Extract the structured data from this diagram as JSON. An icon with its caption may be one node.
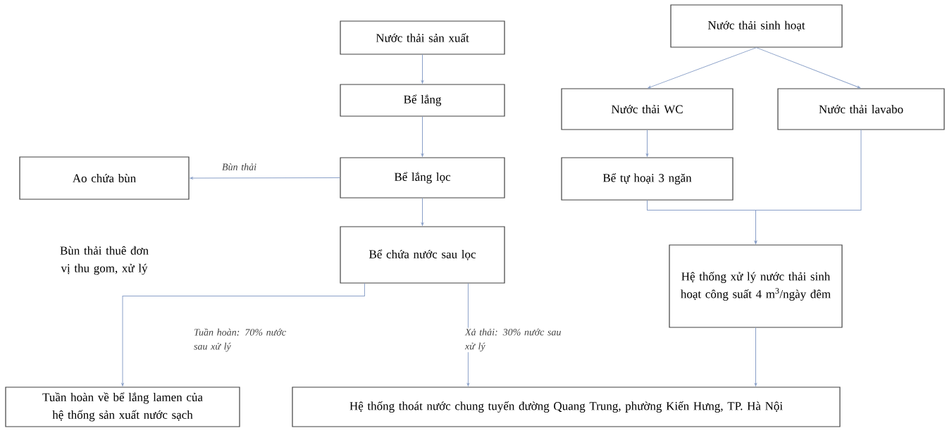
{
  "diagram": {
    "nodes": [
      {
        "text": [
          "Nước thải sản xuất"
        ]
      },
      {
        "text": [
          "Bể lắng"
        ]
      },
      {
        "text": [
          "Bể lắng lọc"
        ]
      },
      {
        "text": [
          "Bể chứa nước sau lọc"
        ]
      },
      {
        "text": [
          "Ao chứa bùn"
        ]
      },
      {
        "text": [
          "Nước thải sinh hoạt"
        ]
      },
      {
        "text": [
          "Nước thải WC"
        ]
      },
      {
        "text": [
          "Nước thải lavabo"
        ]
      },
      {
        "text": [
          "Bể tự hoại 3 ngăn"
        ]
      },
      {
        "text": [
          "Hệ thống xử lý nước thải sinh hoạt công suất 4 m$^{3}$/ngày đêm"
        ]
      },
      {
        "text": [
          "Tuần hoàn về bể lắng lamen của hệ thống sản xuất nước sạch"
        ]
      },
      {
        "text": [
          "Hệ thống thoát nước chung tuyến đường Quang Trung, phường Kiến Hưng, TP. Hà Nội"
        ]
      }
    ],
    "edges": [
      {
        "from": 0,
        "to": 1,
        "arrow": "to"
      },
      {
        "from": 1,
        "to": 2,
        "arrow": "to"
      },
      {
        "from": 2,
        "to": 4,
        "arrow": "to",
        "label": "Bùn thải"
      },
      {
        "from": 2,
        "to": 3,
        "arrow": "to"
      },
      {
        "from": 5,
        "to": 6,
        "arrow": "to"
      },
      {
        "from": 5,
        "to": 7,
        "arrow": "to"
      },
      {
        "from": 6,
        "to": 8,
        "arrow": "to"
      },
      {
        "from": 8,
        "to": 9,
        "arrow": "to"
      },
      {
        "from": 7,
        "to": 9,
        "arrow": "to"
      },
      {
        "from": 3,
        "to": 10,
        "arrow": "to",
        "label": "Tuần hoàn: 70% nước sau xử lý"
      },
      {
        "from": 3,
        "to": 11,
        "arrow": "to",
        "label": "Xả thải: 30% nước sau xử lý"
      },
      {
        "from": 9,
        "to": 11,
        "arrow": "to"
      }
    ],
    "labels": [
      "Bùn thải thuê đơn vị thu gom, xử lý"
    ]
  }
}
